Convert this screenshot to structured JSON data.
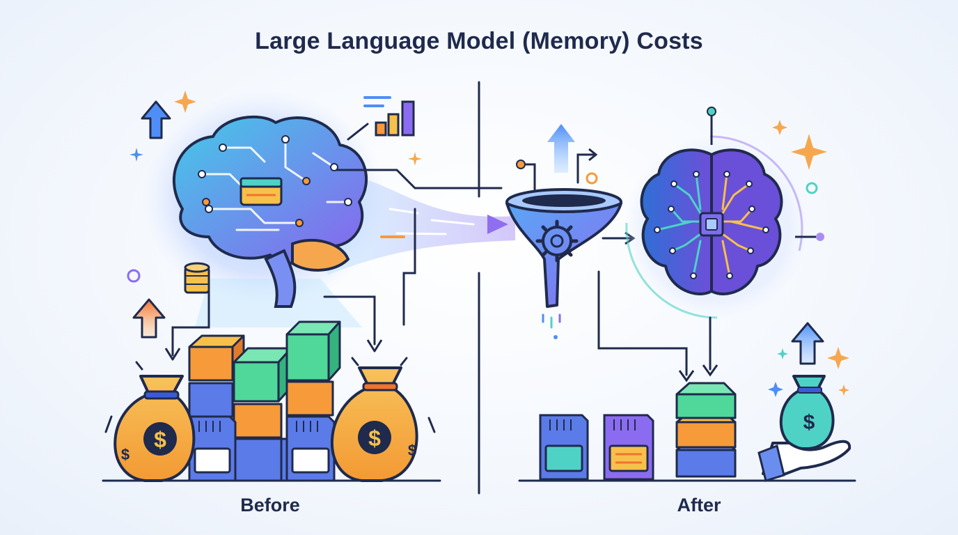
{
  "title": "Large Language Model (Memory) Costs",
  "before_label": "Before",
  "after_label": "After",
  "icons": {
    "before_brain": "brain-circuit-icon",
    "after_brain": "brain-chip-icon",
    "funnel": "funnel-gear-icon",
    "money_bag": "money-bag-dollar-icon",
    "memory_card": "memory-card-icon",
    "cube_stack": "cube-stack-icon",
    "coins": "coin-stack-icon",
    "hand": "hand-holding-icon",
    "bar_chart": "bar-chart-icon",
    "sparkle": "sparkle-icon",
    "arrow_up": "arrow-up-icon"
  },
  "colors": {
    "outline": "#1f2a4d",
    "blue": "#4f8ef7",
    "purple": "#8b6cf0",
    "teal": "#3fd2c0",
    "green": "#4fd89a",
    "orange": "#f79a3a",
    "yellow": "#f6c14b",
    "divider": "#1f2a4d"
  }
}
